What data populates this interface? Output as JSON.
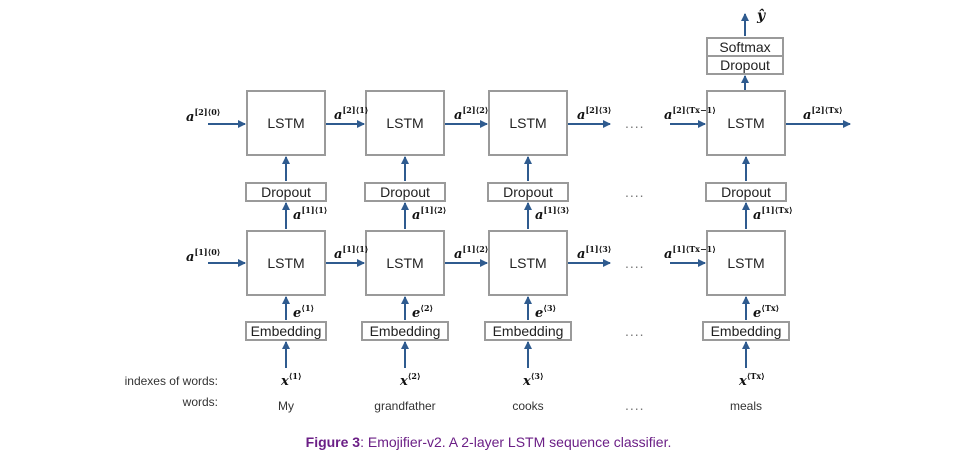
{
  "diagram": {
    "cell_label": "LSTM",
    "dropout_label": "Dropout",
    "embedding_label": "Embedding",
    "softmax_label": "Softmax",
    "output_symbol": "ŷ",
    "ellipsis": "....",
    "row_labels": {
      "indexes": "indexes of words:",
      "words": "words:"
    },
    "columns": [
      {
        "word": "My",
        "x_sup": "⟨1⟩",
        "e_sup": "⟨1⟩",
        "a1_sup": "[1]⟨1⟩",
        "a2_sup": "[2]⟨1⟩"
      },
      {
        "word": "grandfather",
        "x_sup": "⟨2⟩",
        "e_sup": "⟨2⟩",
        "a1_sup": "[1]⟨2⟩",
        "a2_sup": "[2]⟨2⟩"
      },
      {
        "word": "cooks",
        "x_sup": "⟨3⟩",
        "e_sup": "⟨3⟩",
        "a1_sup": "[1]⟨3⟩",
        "a2_sup": "[2]⟨3⟩"
      },
      {
        "word": "meals",
        "x_sup": "⟨Tx⟩",
        "e_sup": "⟨Tx⟩",
        "a1_sup": "[1]⟨Tx⟩",
        "a2_sup": "[2]⟨Tx⟩"
      }
    ],
    "h1_initial_sup": "[1]⟨0⟩",
    "h2_initial_sup": "[2]⟨0⟩",
    "h1_pre_last_sup": "[1]⟨Tx−1⟩",
    "h2_pre_last_sup": "[2]⟨Tx−1⟩",
    "h1_after3_sup": "[1]⟨3⟩",
    "h2_after3_sup": "[2]⟨3⟩",
    "h1_final_sup": "[1]⟨Tx⟩",
    "h2_final_sup": "[2]⟨Tx⟩"
  },
  "caption": {
    "label": "Figure 3",
    "text": ": Emojifier-v2. A 2-layer LSTM sequence classifier."
  }
}
